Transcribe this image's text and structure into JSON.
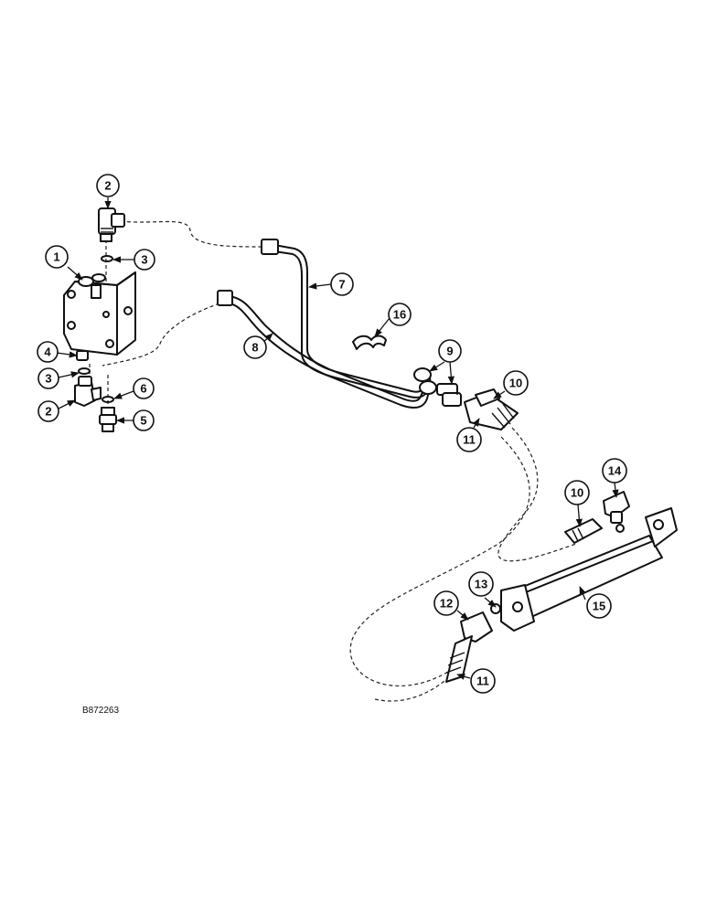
{
  "figure_id": "B872263",
  "callouts": [
    {
      "label": "1"
    },
    {
      "label": "2"
    },
    {
      "label": "3"
    },
    {
      "label": "4"
    },
    {
      "label": "3"
    },
    {
      "label": "2"
    },
    {
      "label": "6"
    },
    {
      "label": "5"
    },
    {
      "label": "7"
    },
    {
      "label": "8"
    },
    {
      "label": "16"
    },
    {
      "label": "9"
    },
    {
      "label": "10"
    },
    {
      "label": "11"
    },
    {
      "label": "10"
    },
    {
      "label": "14"
    },
    {
      "label": "13"
    },
    {
      "label": "12"
    },
    {
      "label": "15"
    },
    {
      "label": "11"
    }
  ]
}
